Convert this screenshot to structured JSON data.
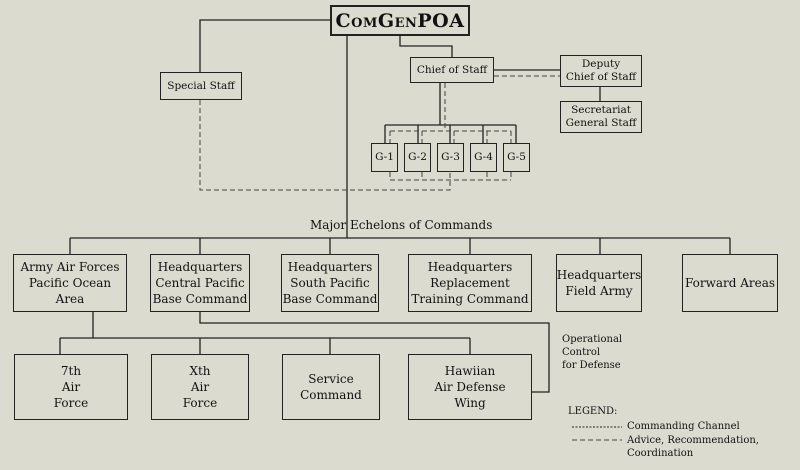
{
  "top": {
    "title": "ComGenPOA"
  },
  "staff": {
    "special_staff": "Special Staff",
    "chief_of_staff": "Chief of Staff",
    "deputy_chief": "Deputy\nChief of Staff",
    "secretariat": "Secretariat\nGeneral Staff",
    "g_sections": [
      "G-1",
      "G-2",
      "G-3",
      "G-4",
      "G-5"
    ]
  },
  "echelons_label": "Major Echelons of Commands",
  "echelons": [
    "Army Air Forces\nPacific Ocean\nArea",
    "Headquarters\nCentral Pacific\nBase Command",
    "Headquarters\nSouth Pacific\nBase Command",
    "Headquarters\nReplacement\nTraining Command",
    "Headquarters\nField Army",
    "Forward Areas"
  ],
  "subunits": [
    "7th\nAir\nForce",
    "Xth\nAir\nForce",
    "Service\nCommand",
    "Hawiian\nAir Defense\nWing"
  ],
  "operational_control": "Operational\nControl\nfor Defense",
  "legend": {
    "title": "LEGEND:",
    "commanding": "Commanding Channel",
    "advice": "Advice, Recommendation,\nCoordination"
  }
}
